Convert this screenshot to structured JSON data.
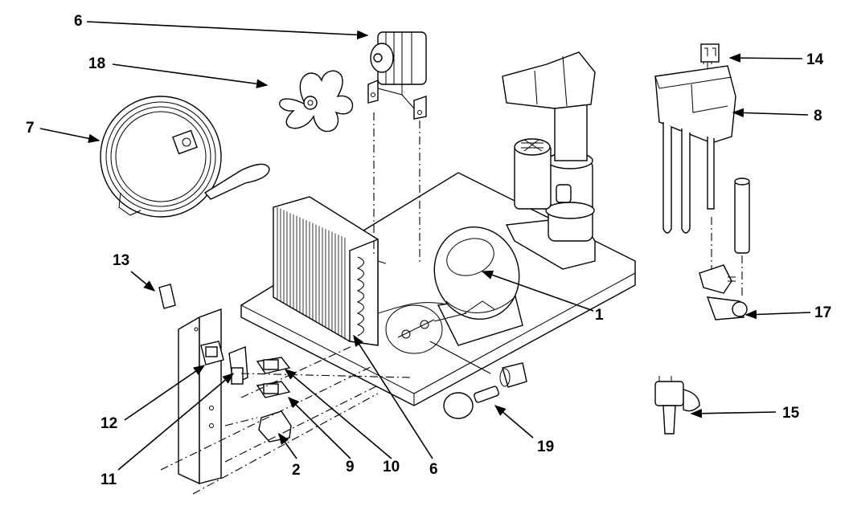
{
  "callouts": {
    "c6_top": "6",
    "c18": "18",
    "c7": "7",
    "c14": "14",
    "c8": "8",
    "c13": "13",
    "c1": "1",
    "c17": "17",
    "c15": "15",
    "c12": "12",
    "c11": "11",
    "c2": "2",
    "c9": "9",
    "c10": "10",
    "c6_bottom": "6",
    "c19": "19"
  }
}
